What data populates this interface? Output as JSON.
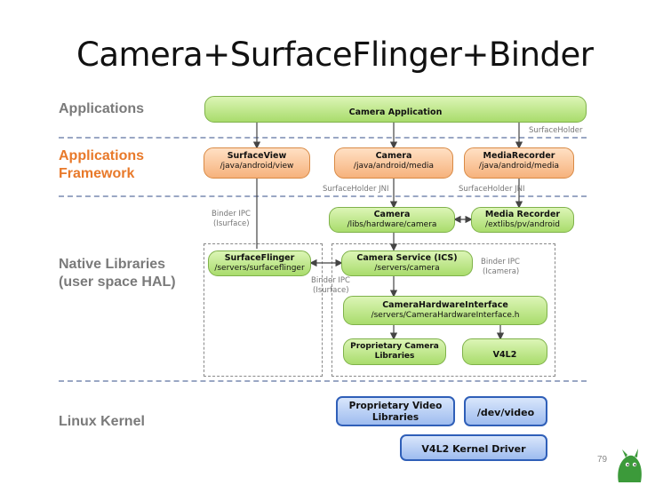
{
  "slide": {
    "title": "Camera+SurfaceFlinger+Binder",
    "page_number": "79",
    "colors": {
      "orange": "#e8792a",
      "green": "#a9dc6c",
      "blue": "#2f5fb8",
      "separator": "#9aa7c4"
    }
  },
  "layers": {
    "applications": "Applications",
    "framework_line1": "Applications",
    "framework_line2": "Framework",
    "native_line1": "Native Libraries",
    "native_line2": "(user space HAL)",
    "kernel": "Linux Kernel"
  },
  "boxes": {
    "camera_app": "Camera Application",
    "surfaceview": {
      "name": "SurfaceView",
      "path": "/java/android/view"
    },
    "camera_java": {
      "name": "Camera",
      "path": "/java/android/media"
    },
    "mediarecorder": {
      "name": "MediaRecorder",
      "path": "/java/android/media"
    },
    "camera_native": {
      "name": "Camera",
      "path": "/libs/hardware/camera"
    },
    "media_recorder_native": {
      "name": "Media Recorder",
      "path": "/extlibs/pv/android"
    },
    "surfaceflinger": {
      "name": "SurfaceFlinger",
      "path": "/servers/surfaceflinger"
    },
    "camera_service": {
      "name": "Camera Service (ICS)",
      "path": "/servers/camera"
    },
    "camera_hw_interface": {
      "name": "CameraHardwareInterface",
      "path": "/servers/CameraHardwareInterface.h"
    },
    "proprietary_camera": {
      "line1": "Proprietary Camera",
      "line2": "Libraries"
    },
    "v4l2": "V4L2",
    "proprietary_video": {
      "line1": "Proprietary Video",
      "line2": "Libraries"
    },
    "dev_video": "/dev/video",
    "v4l2_kernel_driver": "V4L2 Kernel Driver"
  },
  "notes": {
    "surfaceholder_top": "SurfaceHolder",
    "surfaceholder_jni_1": "SurfaceHolder  JNI",
    "surfaceholder_jni_2": "SurfaceHolder  JNI",
    "binder_isurface_1": {
      "line1": "Binder IPC",
      "line2": "(Isurface)"
    },
    "binder_icamera": {
      "line1": "Binder IPC",
      "line2": "(Icamera)"
    },
    "binder_isurface_2": {
      "line1": "Binder IPC",
      "line2": "(Isurface)"
    }
  }
}
